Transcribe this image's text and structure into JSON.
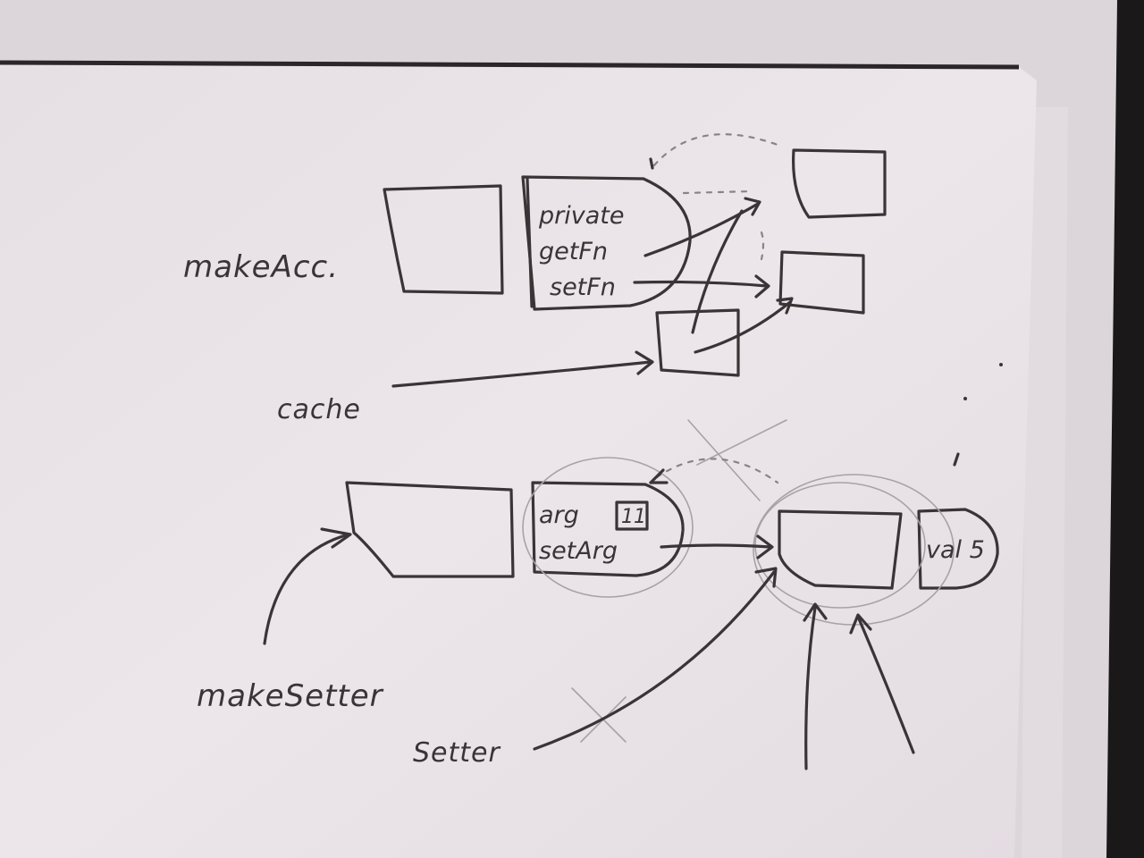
{
  "diagram": {
    "labels": {
      "make_acc": "makeAcc.",
      "cache": "cache",
      "make_setter": "makeSetter",
      "setter": "Setter"
    },
    "closure_top": {
      "lines": [
        "private",
        "getFn",
        "setFn"
      ]
    },
    "closure_bottom": {
      "arg": "arg",
      "arg_value": "11",
      "set_arg": "setArg"
    },
    "val_box": "val 5"
  }
}
